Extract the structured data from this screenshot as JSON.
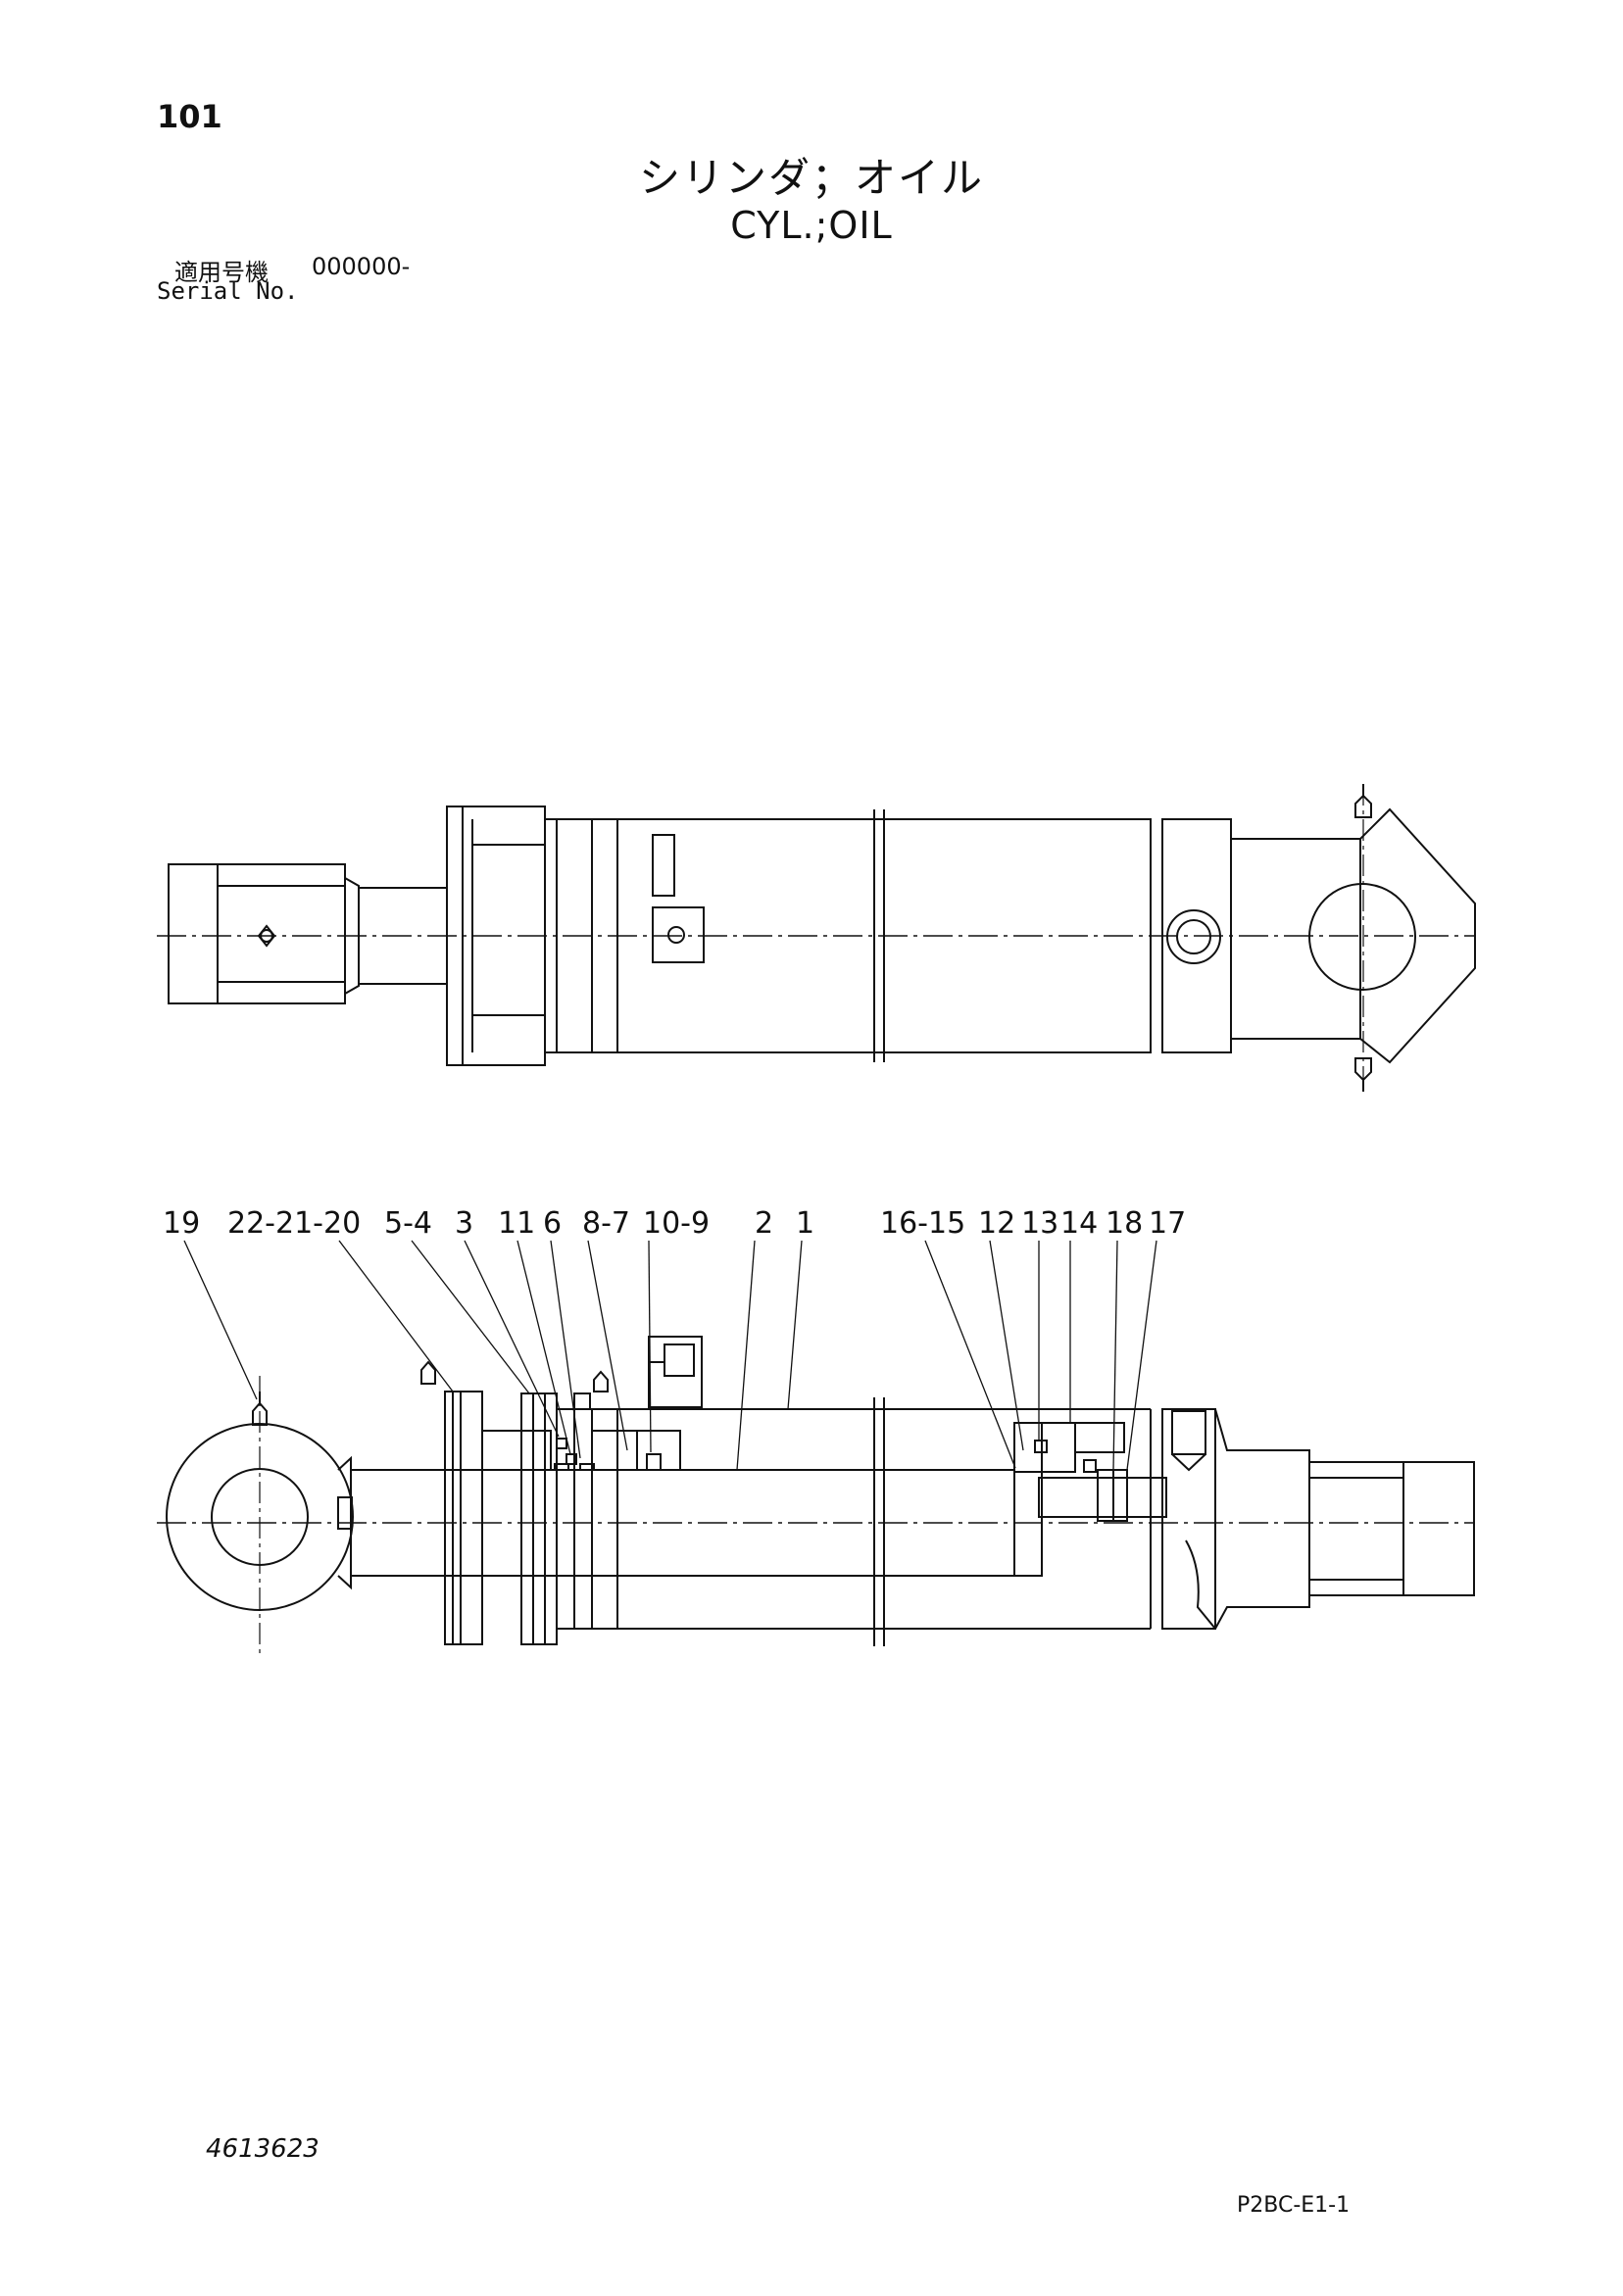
{
  "page": {
    "number": "101",
    "title_jp": "シリンダ；オイル",
    "title_en": "CYL.;OIL",
    "serial_label_jp": "適用号機",
    "serial_range": "000000-",
    "serial_label_en": "Serial No.",
    "part_number": "4613623",
    "page_code": "P2BC-E1-1"
  },
  "callouts": [
    {
      "label": "19"
    },
    {
      "label": "22-21-20"
    },
    {
      "label": "5-4"
    },
    {
      "label": "3"
    },
    {
      "label": "11"
    },
    {
      "label": "6"
    },
    {
      "label": "8-7"
    },
    {
      "label": "10-9"
    },
    {
      "label": "2"
    },
    {
      "label": "1"
    },
    {
      "label": "16-15"
    },
    {
      "label": "12"
    },
    {
      "label": "13"
    },
    {
      "label": "14"
    },
    {
      "label": "18"
    },
    {
      "label": "17"
    }
  ]
}
